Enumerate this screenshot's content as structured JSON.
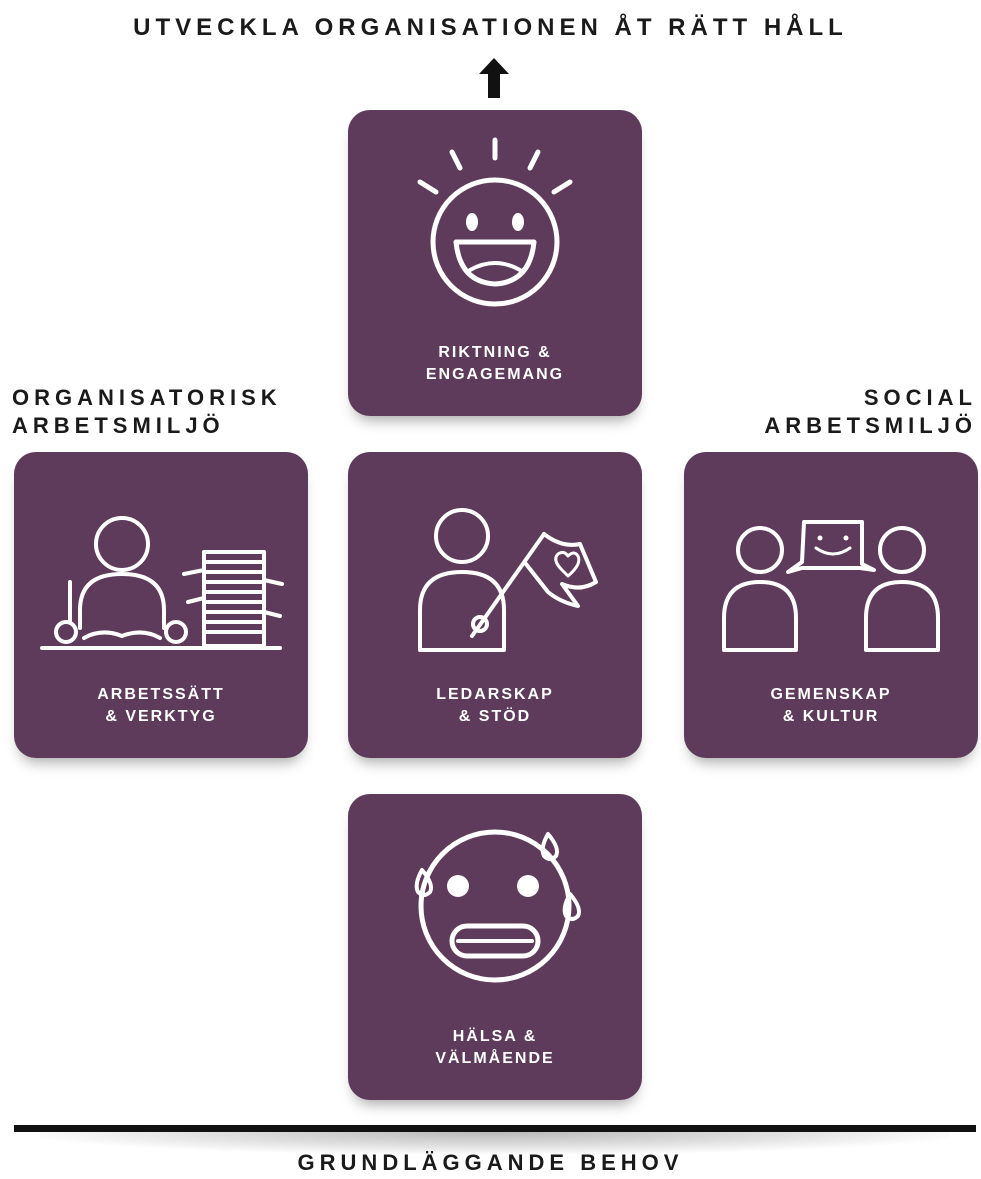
{
  "header": {
    "title": "UTVECKLA ORGANISATIONEN ÅT RÄTT HÅLL"
  },
  "side_labels": {
    "left": [
      "ORGANISATORISK",
      "ARBETSMILJÖ"
    ],
    "right": [
      "SOCIAL",
      "ARBETSMILJÖ"
    ]
  },
  "cards": {
    "top": {
      "label": [
        "RIKTNING &",
        "ENGAGEMANG"
      ],
      "icon": "happy-sun-face-icon"
    },
    "left": {
      "label": [
        "ARBETSSÄTT",
        "& VERKTYG"
      ],
      "icon": "person-at-desk-with-papers-icon"
    },
    "center": {
      "label": [
        "LEDARSKAP",
        "& STÖD"
      ],
      "icon": "person-with-heart-flag-icon"
    },
    "right": {
      "label": [
        "GEMENSKAP",
        "& KULTUR"
      ],
      "icon": "two-people-chatting-icon"
    },
    "bottom": {
      "label": [
        "HÄLSA &",
        "VÄLMÅENDE"
      ],
      "icon": "stressed-sweating-face-icon"
    }
  },
  "footer": {
    "title": "GRUNDLÄGGANDE BEHOV"
  },
  "colors": {
    "card": "#5e3b5a",
    "icon": "#ffffff",
    "text": "#1a1a1a"
  }
}
